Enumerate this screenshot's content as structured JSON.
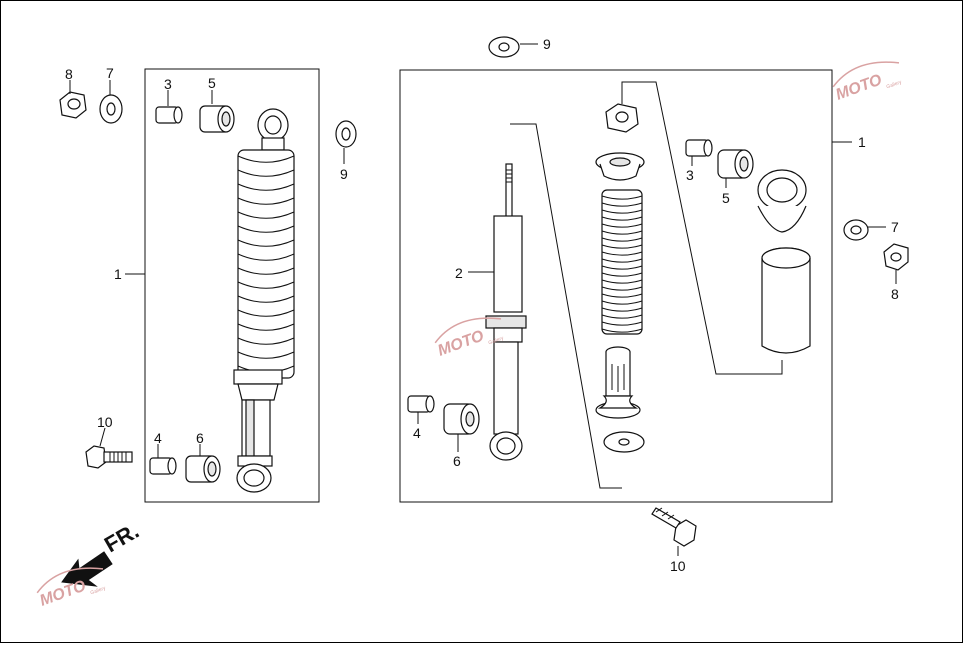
{
  "diagram": {
    "callouts": [
      {
        "id": "c8-left",
        "text": "8"
      },
      {
        "id": "c7-left",
        "text": "7"
      },
      {
        "id": "c3-left",
        "text": "3"
      },
      {
        "id": "c5-left",
        "text": "5"
      },
      {
        "id": "c9-left",
        "text": "9"
      },
      {
        "id": "c1-left",
        "text": "1"
      },
      {
        "id": "c10-left",
        "text": "10"
      },
      {
        "id": "c4-left",
        "text": "4"
      },
      {
        "id": "c6-left",
        "text": "6"
      },
      {
        "id": "c9-top",
        "text": "9"
      },
      {
        "id": "c1-right",
        "text": "1"
      },
      {
        "id": "c2",
        "text": "2"
      },
      {
        "id": "c3-right",
        "text": "3"
      },
      {
        "id": "c5-right",
        "text": "5"
      },
      {
        "id": "c7-right",
        "text": "7"
      },
      {
        "id": "c8-right",
        "text": "8"
      },
      {
        "id": "c4-right",
        "text": "4"
      },
      {
        "id": "c6-right",
        "text": "6"
      },
      {
        "id": "c10-bottom",
        "text": "10"
      }
    ],
    "direction_label": "FR.",
    "watermark": {
      "text": "MOTO",
      "sub": "Gallery"
    },
    "colors": {
      "line": "#111111",
      "watermark": "#d9a2a2",
      "arrow": "#111111"
    }
  }
}
